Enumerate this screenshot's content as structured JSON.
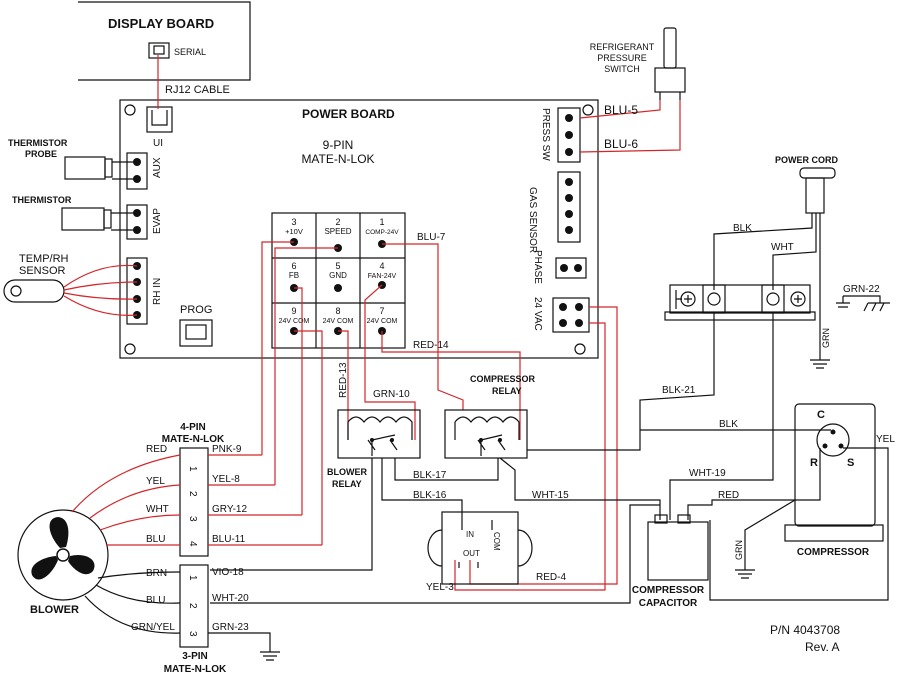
{
  "boards": {
    "display_title": "DISPLAY BOARD",
    "display_serial": "SERIAL",
    "rj12_cable": "RJ12 CABLE",
    "power_title": "POWER BOARD",
    "ui_label": "UI",
    "prog_label": "PROG",
    "mate9_line1": "9-PIN",
    "mate9_line2": "MATE-N-LOK"
  },
  "sensors": {
    "thermistor_probe_line1": "THERMISTOR",
    "thermistor_probe_line2": "PROBE",
    "thermistor": "THERMISTOR",
    "temp_rh_line1": "TEMP/RH",
    "temp_rh_line2": "SENSOR",
    "aux": "AUX",
    "evap": "EVAP",
    "rh_in": "RH IN"
  },
  "right_headers": {
    "press_sw": "PRESS SW",
    "gas_sensor": "GAS SENSOR",
    "phase": "PHASE",
    "vac24": "24 VAC"
  },
  "pins": [
    {
      "num": "3",
      "name": "+10V"
    },
    {
      "num": "2",
      "name": "SPEED"
    },
    {
      "num": "1",
      "name": "COMP-24V"
    },
    {
      "num": "6",
      "name": "FB"
    },
    {
      "num": "5",
      "name": "GND"
    },
    {
      "num": "4",
      "name": "FAN-24V"
    },
    {
      "num": "9",
      "name": "24V COM"
    },
    {
      "num": "8",
      "name": "24V COM"
    },
    {
      "num": "7",
      "name": "24V COM"
    }
  ],
  "pressure_switch": {
    "line1": "REFRIGERANT",
    "line2": "PRESSURE",
    "line3": "SWITCH",
    "wire_a": "BLU-5",
    "wire_b": "BLU-6"
  },
  "power_cord": {
    "title": "POWER CORD",
    "blk": "BLK",
    "wht": "WHT",
    "grn": "GRN",
    "grn22": "GRN-22"
  },
  "wires": {
    "blu7": "BLU-7",
    "red14": "RED-14",
    "red13": "RED-13",
    "grn10": "GRN-10",
    "blk17": "BLK-17",
    "blk16": "BLK-16",
    "wht15": "WHT-15",
    "blk21": "BLK-21",
    "blk": "BLK",
    "wht19": "WHT-19",
    "red": "RED",
    "yel": "YEL",
    "grn": "GRN",
    "red4": "RED-4",
    "yel3": "YEL-3"
  },
  "relays": {
    "compressor_line1": "COMPRESSOR",
    "compressor_line2": "RELAY",
    "blower_line1": "BLOWER",
    "blower_line2": "RELAY"
  },
  "compressor": {
    "c": "C",
    "r": "R",
    "s": "S",
    "label": "COMPRESSOR",
    "cap_line1": "COMPRESSOR",
    "cap_line2": "CAPACITOR"
  },
  "overload": {
    "in": "IN",
    "out": "OUT",
    "com": "COM"
  },
  "mate4": {
    "line1": "4-PIN",
    "line2": "MATE-N-LOK",
    "pins": [
      "1",
      "2",
      "3",
      "4"
    ],
    "left_wires": [
      "RED",
      "YEL",
      "WHT",
      "BLU"
    ],
    "right_wires": [
      "PNK-9",
      "YEL-8",
      "GRY-12",
      "BLU-11"
    ]
  },
  "mate3": {
    "line1": "3-PIN",
    "line2": "MATE-N-LOK",
    "pins": [
      "1",
      "2",
      "3"
    ],
    "left_wires": [
      "BRN",
      "BLU",
      "GRN/YEL"
    ],
    "right_wires": [
      "VIO-18",
      "WHT-20",
      "GRN-23"
    ]
  },
  "blower_label": "BLOWER",
  "part": {
    "pn": "P/N 4043708",
    "rev": "Rev. A"
  }
}
